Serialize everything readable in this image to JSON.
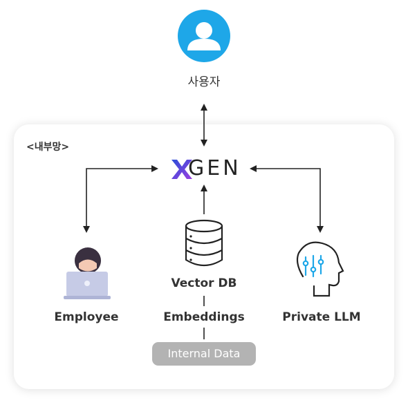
{
  "diagram": {
    "user": {
      "label": "사용자",
      "icon": "user-avatar-icon",
      "color": "#1ea7e8"
    },
    "network": {
      "title": "<내부망>"
    },
    "brand": {
      "mark": "X",
      "text": "GEN",
      "gradient": [
        "#2b4fd8",
        "#9a3ee0"
      ]
    },
    "employee": {
      "label": "Employee",
      "icon": "employee-laptop-icon"
    },
    "vector_db": {
      "label": "Vector DB",
      "icon": "database-icon"
    },
    "embeddings": {
      "label": "Embeddings"
    },
    "internal_data": {
      "label": "Internal Data",
      "color": "#b3b3b3"
    },
    "private_llm": {
      "label": "Private LLM",
      "icon": "ai-brain-head-icon",
      "color": "#1ea7e8"
    }
  }
}
